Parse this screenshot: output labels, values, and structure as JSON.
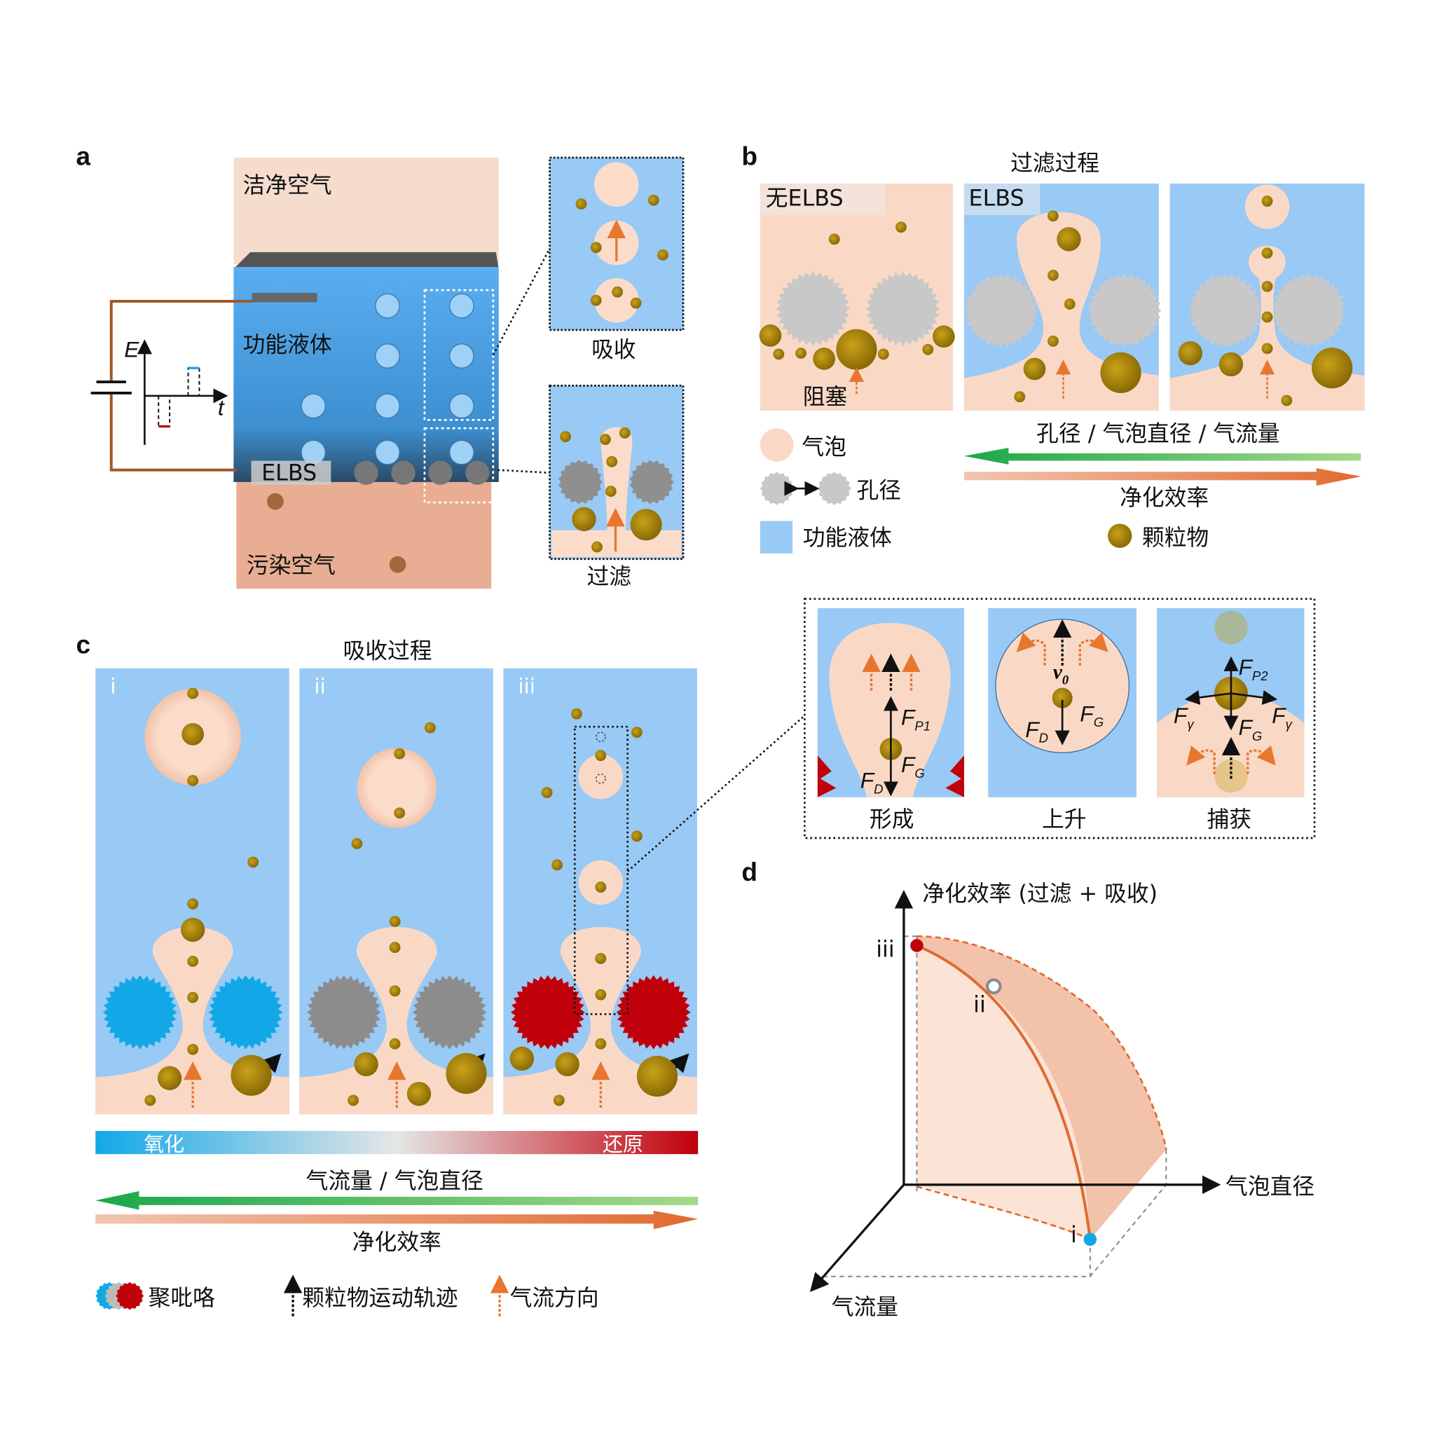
{
  "panel_a": {
    "label": "a",
    "clean_air": "洁净空气",
    "functional_liquid": "功能液体",
    "elbs": "ELBS",
    "polluted_air": "污染空气",
    "axis_e": "E",
    "axis_t": "t",
    "inset_absorb": "吸收",
    "inset_filter": "过滤"
  },
  "panel_b": {
    "label": "b",
    "title": "过滤过程",
    "no_elbs": "无ELBS",
    "elbs": "ELBS",
    "blocked": "阻塞",
    "legend_bubble": "气泡",
    "legend_pore": "孔径",
    "legend_liquid": "功能液体",
    "legend_particle": "颗粒物",
    "arrow_green_label": "孔径 / 气泡直径 / 气流量",
    "arrow_orange_label": "净化效率"
  },
  "panel_c": {
    "label": "c",
    "title": "吸收过程",
    "sub_labels": [
      "i",
      "ii",
      "iii"
    ],
    "gradient_left": "氧化",
    "gradient_right": "还原",
    "arrow_green_label": "气流量 / 气泡直径",
    "arrow_orange_label": "净化效率",
    "legend_ppy": "聚吡咯",
    "legend_trajectory": "颗粒物运动轨迹",
    "legend_airflow": "气流方向",
    "colors": {
      "oxidized": "#12a8e8",
      "neutral": "#8c8c8c",
      "reduced": "#c0000b"
    }
  },
  "forces": {
    "formation": "形成",
    "rise": "上升",
    "capture": "捕获",
    "f": "F",
    "sub_p1": "P1",
    "sub_p2": "P2",
    "sub_g": "G",
    "sub_d": "D",
    "sub_gamma": "γ",
    "v0": "v",
    "v0_sub": "0"
  },
  "panel_d": {
    "label": "d",
    "y_axis": "净化效率 (过滤 + 吸收)",
    "x_axis": "气泡直径",
    "z_axis": "气流量",
    "points": [
      {
        "label": "iii",
        "color": "#c0000b"
      },
      {
        "label": "ii",
        "color": "#ffffff"
      },
      {
        "label": "i",
        "color": "#12a8e8"
      }
    ]
  }
}
